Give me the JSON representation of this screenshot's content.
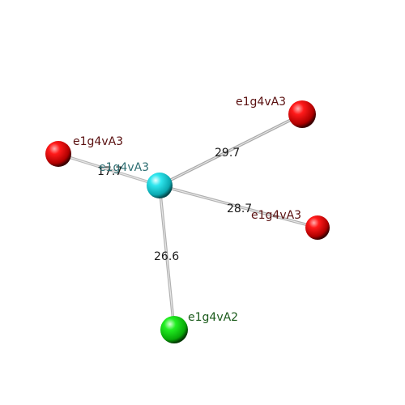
{
  "graph": {
    "nodes": [
      {
        "id": "center",
        "label": "e1g4vA3",
        "color": "#1fd6e0",
        "label_color": "#2f6f73",
        "kind": "cyan-sphere"
      },
      {
        "id": "left",
        "label": "e1g4vA3",
        "color": "#e00000",
        "label_color": "#5a1010",
        "kind": "red-sphere"
      },
      {
        "id": "topright",
        "label": "e1g4vA3",
        "color": "#e00000",
        "label_color": "#5a1010",
        "kind": "red-sphere"
      },
      {
        "id": "right",
        "label": "e1g4vA3",
        "color": "#e00000",
        "label_color": "#5a1010",
        "kind": "red-sphere"
      },
      {
        "id": "bottom",
        "label": "e1g4vA2",
        "color": "#10d010",
        "label_color": "#1a5a1a",
        "kind": "green-sphere"
      }
    ],
    "edges": [
      {
        "from": "center",
        "to": "left",
        "label": "17.7"
      },
      {
        "from": "center",
        "to": "topright",
        "label": "29.7"
      },
      {
        "from": "center",
        "to": "right",
        "label": "28.7"
      },
      {
        "from": "center",
        "to": "bottom",
        "label": "26.6"
      }
    ]
  }
}
